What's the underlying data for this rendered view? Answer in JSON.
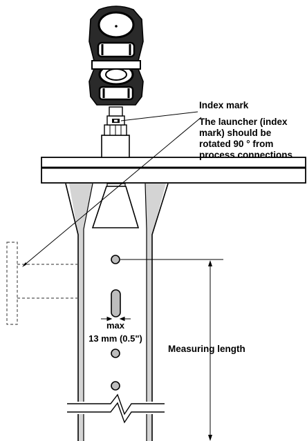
{
  "labels": {
    "index_mark": "Index mark",
    "note_lines": [
      "The launcher (index",
      "mark) should be",
      "rotated 90 ° from",
      "process connections"
    ],
    "slot_max": "max",
    "slot_size": "13 mm (0.5\")",
    "measuring_length": "Measuring length"
  },
  "colors": {
    "line": "#000000",
    "pipe_shade": "#d4d4d4",
    "hole_fill": "#bdbdbd",
    "background": "#ffffff"
  }
}
